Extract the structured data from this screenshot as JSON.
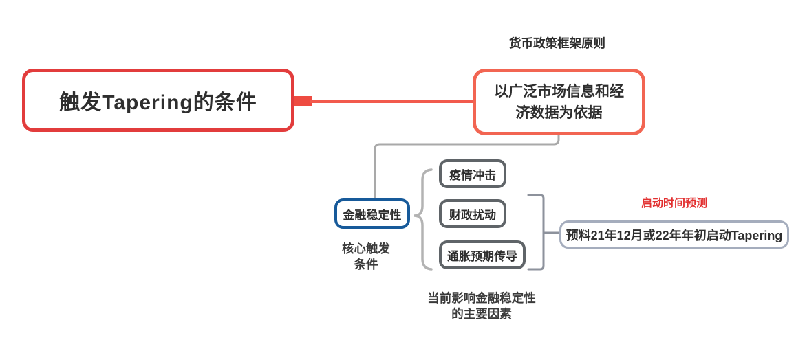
{
  "root": {
    "label": "触发Tapering的条件"
  },
  "framework": {
    "floating_label": "货币政策框架原则",
    "text_line1": "以广泛市场信息和经",
    "text_line2": "济数据为依据"
  },
  "financial": {
    "label": "金融稳定性",
    "note_line1": "核心触发",
    "note_line2": "条件"
  },
  "factors": {
    "items": [
      {
        "label": "疫情冲击"
      },
      {
        "label": "财政扰动"
      },
      {
        "label": "通胀预期传导"
      }
    ],
    "note_line1": "当前影响金融稳定性",
    "note_line2": "的主要因素"
  },
  "prediction": {
    "floating_label": "启动时间预测",
    "label": "预料21年12月或22年年初启动Tapering"
  },
  "colors": {
    "root_border": "#e23c3c",
    "framework_border": "#f26552",
    "red_connector": "#f25a4d",
    "red_stub": "#ee4b41",
    "financial_border": "#175a9a",
    "factor_border": "#5f6468",
    "prediction_border": "#a5adbd",
    "gray_connector": "#a9a9a9",
    "brace": "#b3b3b3",
    "bracket": "#8d929c",
    "prediction_label_red": "#e22f2f",
    "text": "#2e2e2e"
  }
}
